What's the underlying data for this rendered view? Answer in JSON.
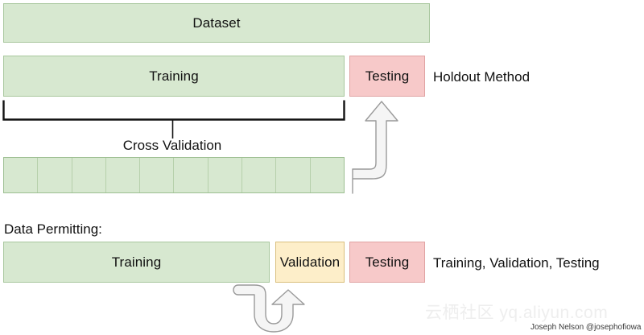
{
  "diagram": {
    "title_box": {
      "label": "Dataset"
    },
    "holdout_row": {
      "training_label": "Training",
      "testing_label": "Testing",
      "caption": "Holdout Method"
    },
    "cross_validation": {
      "label": "Cross Validation",
      "fold_count": 10,
      "folds": [
        "",
        "",
        "",
        "",
        "",
        "",
        "",
        "",
        "",
        ""
      ]
    },
    "data_permitting": {
      "heading": "Data Permitting:",
      "training_label": "Training",
      "validation_label": "Validation",
      "testing_label": "Testing",
      "caption": "Training, Validation, Testing"
    },
    "arrows": {
      "cv_to_testing": "hooked-up-arrow-icon",
      "training_to_validation": "u-turn-up-arrow-icon"
    },
    "watermark": "云栖社区 yq.aliyun.com",
    "attribution": "Joseph Nelson @josephofiowa",
    "colors": {
      "green_fill": "#d7e8d0",
      "green_border": "#a9c79e",
      "pink_fill": "#f7c9c9",
      "pink_border": "#e0a3a3",
      "yellow_fill": "#fdeec9",
      "yellow_border": "#d9bf7e",
      "text": "#111111",
      "arrow_fill": "#f5f5f5",
      "arrow_border": "#9a9a9a",
      "watermark": "#eeeeee"
    }
  }
}
